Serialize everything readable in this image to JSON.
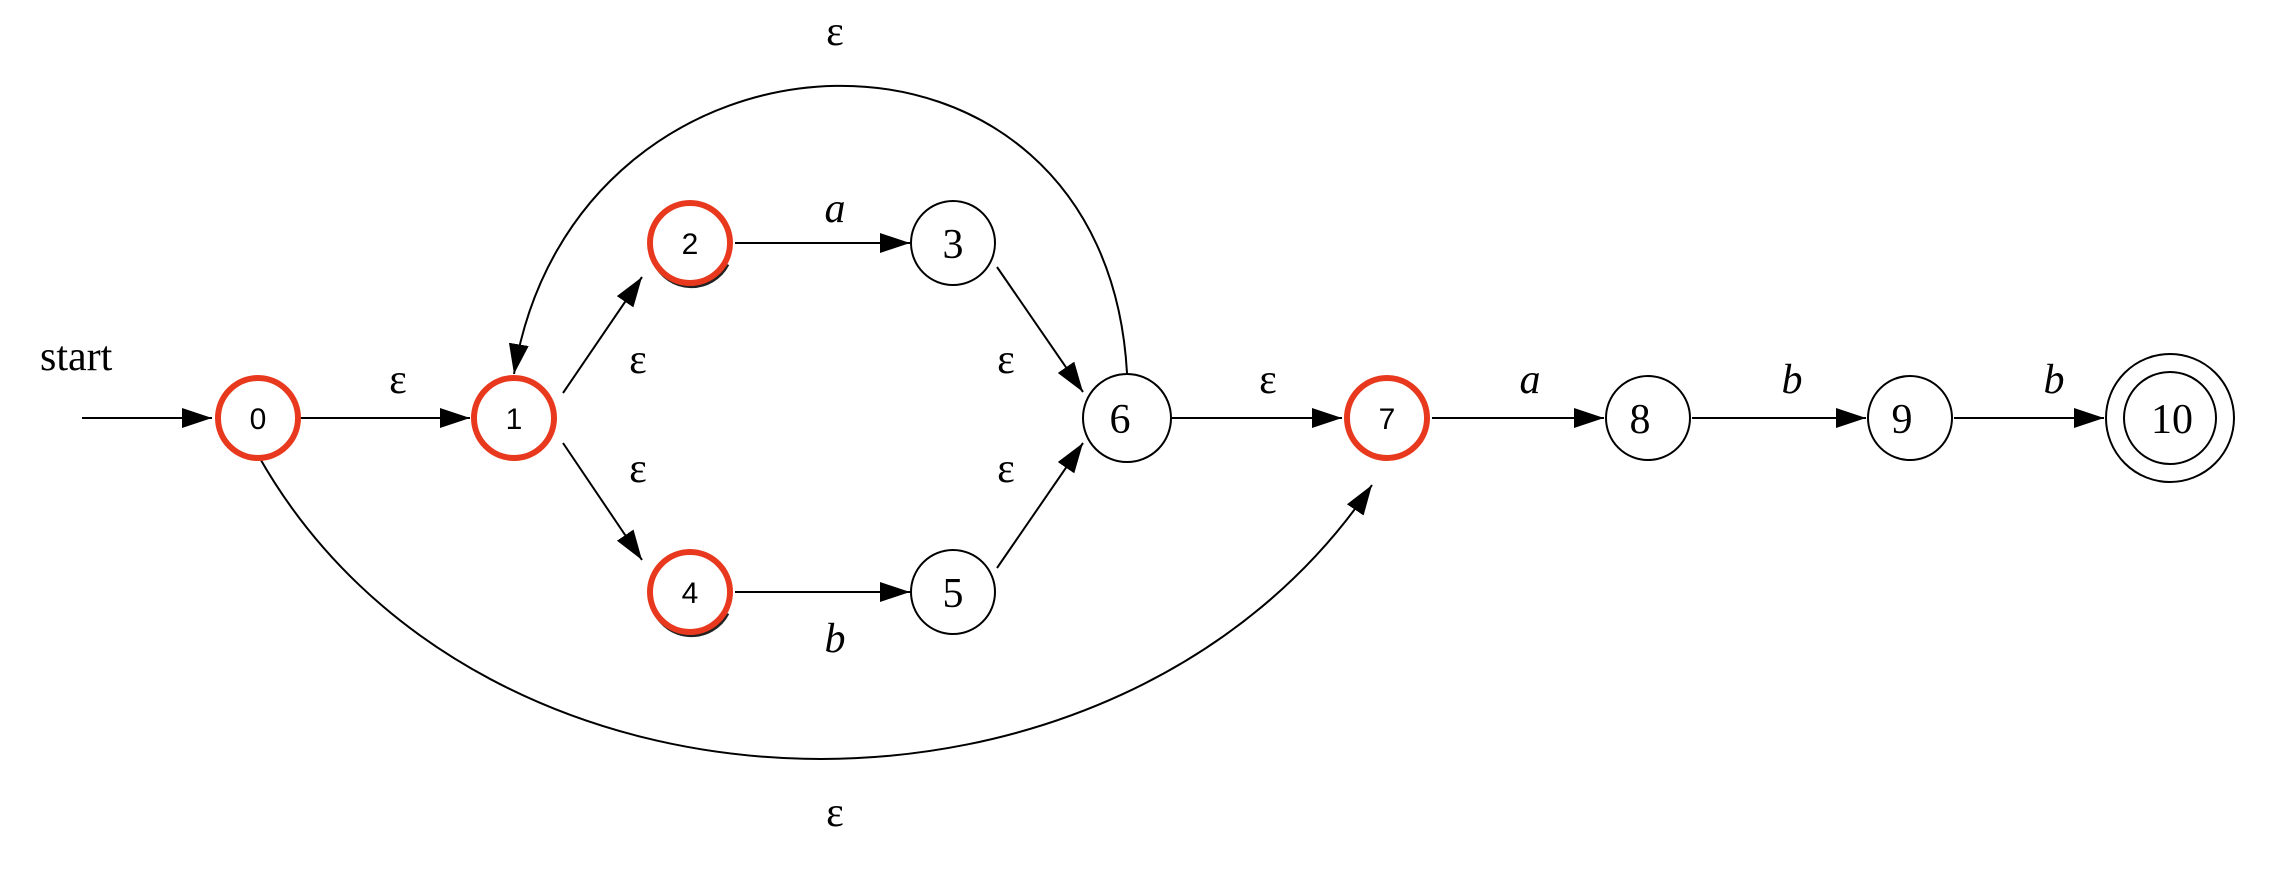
{
  "diagram": {
    "start_label": "start",
    "states": [
      {
        "id": "s0",
        "label": "0",
        "active": true
      },
      {
        "id": "s1",
        "label": "1",
        "active": true
      },
      {
        "id": "s2",
        "label": "2",
        "active": true
      },
      {
        "id": "s3",
        "label": "3",
        "active": false
      },
      {
        "id": "s4",
        "label": "4",
        "active": true
      },
      {
        "id": "s5",
        "label": "5",
        "active": false
      },
      {
        "id": "s6",
        "label": "6",
        "active": false
      },
      {
        "id": "s7",
        "label": "7",
        "active": true
      },
      {
        "id": "s8",
        "label": "8",
        "active": false
      },
      {
        "id": "s9",
        "label": "9",
        "active": false
      },
      {
        "id": "s10",
        "label": "10",
        "active": false,
        "accepting": true
      }
    ],
    "transitions": [
      {
        "from": "0",
        "to": "1",
        "label": "ε"
      },
      {
        "from": "1",
        "to": "2",
        "label": "ε"
      },
      {
        "from": "1",
        "to": "4",
        "label": "ε"
      },
      {
        "from": "2",
        "to": "3",
        "label": "a"
      },
      {
        "from": "4",
        "to": "5",
        "label": "b"
      },
      {
        "from": "3",
        "to": "6",
        "label": "ε"
      },
      {
        "from": "5",
        "to": "6",
        "label": "ε"
      },
      {
        "from": "6",
        "to": "1",
        "label": "ε"
      },
      {
        "from": "6",
        "to": "7",
        "label": "ε"
      },
      {
        "from": "0",
        "to": "7",
        "label": "ε"
      },
      {
        "from": "7",
        "to": "8",
        "label": "a"
      },
      {
        "from": "8",
        "to": "9",
        "label": "b"
      },
      {
        "from": "9",
        "to": "10",
        "label": "b"
      }
    ],
    "colors": {
      "active_state": "#e8391e",
      "normal_state": "#000000",
      "background": "#ffffff"
    }
  }
}
